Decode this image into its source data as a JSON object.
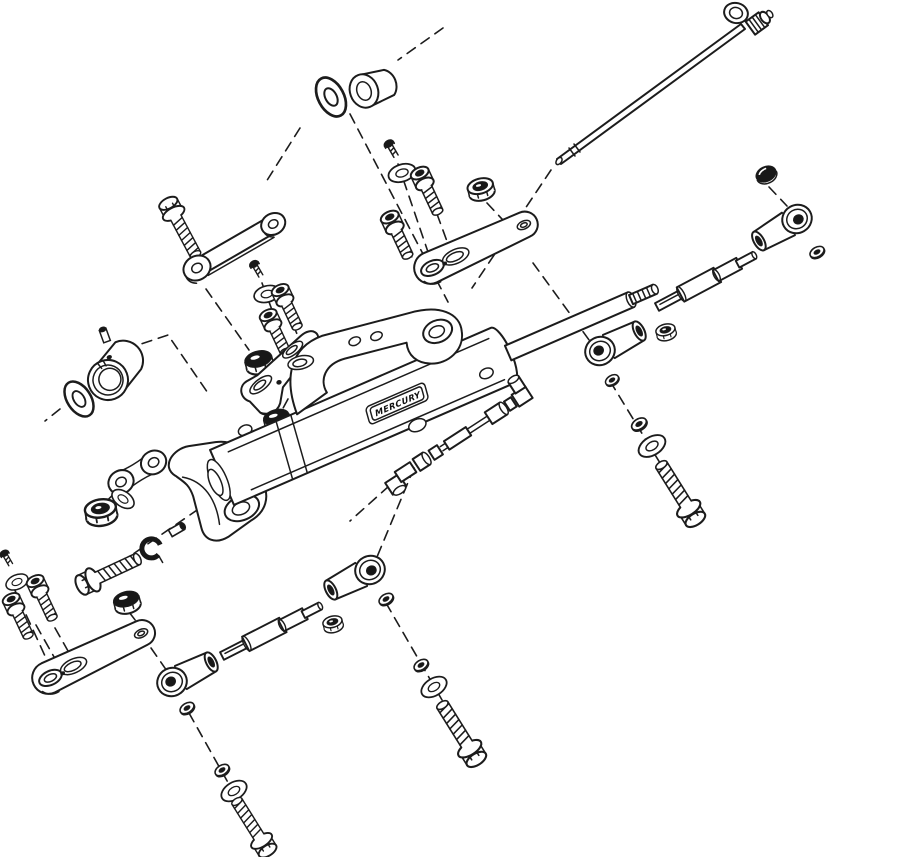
{
  "diagram": {
    "kind": "exploded-parts-diagram",
    "subject": "hydraulic-steering-cylinder-assembly",
    "badge_label": "MERCURY",
    "colors": {
      "background": "#ffffff",
      "line": "#1c1c1c",
      "dark_fill": "#181818"
    }
  },
  "parts": [
    "link-rod",
    "link-rod-eyelet",
    "rod-gland-fitting",
    "cap-nut",
    "spacer-bushing",
    "bushing-washer",
    "button-screw-top",
    "flat-washer-top",
    "socket-screw-1",
    "socket-screw-2",
    "flange-locknut-1",
    "steering-arm-upper",
    "hex-bolt-pivot",
    "link-bar",
    "button-screw-left",
    "flat-washer-left",
    "socket-screw-3",
    "socket-screw-4",
    "flange-locknut-2",
    "mounting-bracket-plate",
    "flange-locknut-3",
    "clamp-collar",
    "collar-washer",
    "collar-pin",
    "hydraulic-cylinder",
    "support-bracket",
    "piston-rod",
    "brand-badge",
    "hydraulic-hose",
    "tie-rod-right",
    "tie-rod-lower",
    "tie-rod-end-1",
    "tie-rod-end-2",
    "tie-rod-end-3",
    "tie-rod-end-4",
    "jam-nut-1",
    "jam-nut-2",
    "lock-washer-1",
    "lock-washer-2",
    "lock-washer-3",
    "lock-washer-4",
    "lock-washer-5",
    "lock-washer-6",
    "flat-washer-1",
    "flat-washer-2",
    "flat-washer-3",
    "mount-bolt-1",
    "mount-bolt-2",
    "mount-bolt-3",
    "clevis-link",
    "nyloc-nut",
    "clevis-pin",
    "retaining-clip",
    "hex-bolt-clevis",
    "steering-arm-lower",
    "button-screw-bottom",
    "flat-washer-bottom"
  ]
}
